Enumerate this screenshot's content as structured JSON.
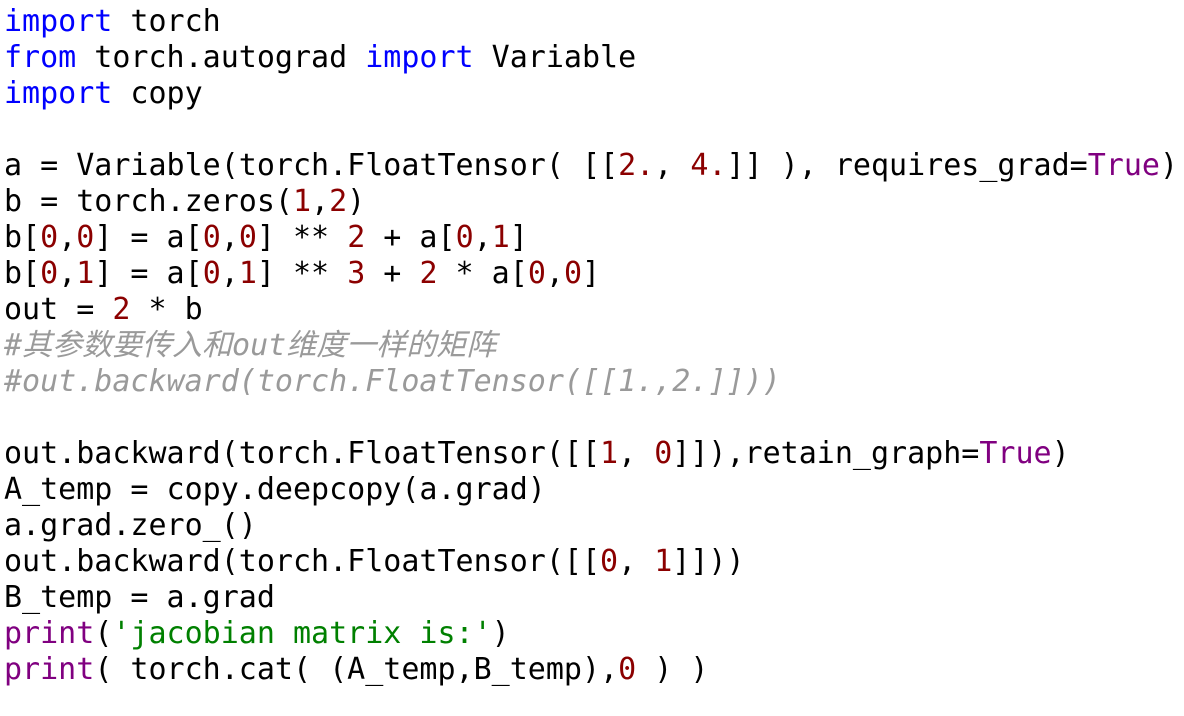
{
  "colors": {
    "plain": "#000000",
    "keyword": "#0000ff",
    "number": "#8b0000",
    "builtin": "#800080",
    "string": "#008000",
    "comment": "#9a9a9a",
    "background": "#ffffff"
  },
  "code": [
    [
      {
        "t": "import",
        "k": "keyword"
      },
      {
        "t": " torch",
        "k": "plain"
      }
    ],
    [
      {
        "t": "from",
        "k": "keyword"
      },
      {
        "t": " torch.autograd ",
        "k": "plain"
      },
      {
        "t": "import",
        "k": "keyword"
      },
      {
        "t": " Variable",
        "k": "plain"
      }
    ],
    [
      {
        "t": "import",
        "k": "keyword"
      },
      {
        "t": " copy",
        "k": "plain"
      }
    ],
    [],
    [
      {
        "t": "a = Variable(torch.FloatTensor( [[",
        "k": "plain"
      },
      {
        "t": "2.",
        "k": "number"
      },
      {
        "t": ", ",
        "k": "plain"
      },
      {
        "t": "4.",
        "k": "number"
      },
      {
        "t": "]] ), requires_grad=",
        "k": "plain"
      },
      {
        "t": "True",
        "k": "builtin"
      },
      {
        "t": ")",
        "k": "plain"
      }
    ],
    [
      {
        "t": "b = torch.zeros(",
        "k": "plain"
      },
      {
        "t": "1",
        "k": "number"
      },
      {
        "t": ",",
        "k": "plain"
      },
      {
        "t": "2",
        "k": "number"
      },
      {
        "t": ")",
        "k": "plain"
      }
    ],
    [
      {
        "t": "b[",
        "k": "plain"
      },
      {
        "t": "0",
        "k": "number"
      },
      {
        "t": ",",
        "k": "plain"
      },
      {
        "t": "0",
        "k": "number"
      },
      {
        "t": "] = a[",
        "k": "plain"
      },
      {
        "t": "0",
        "k": "number"
      },
      {
        "t": ",",
        "k": "plain"
      },
      {
        "t": "0",
        "k": "number"
      },
      {
        "t": "] ** ",
        "k": "plain"
      },
      {
        "t": "2",
        "k": "number"
      },
      {
        "t": " + a[",
        "k": "plain"
      },
      {
        "t": "0",
        "k": "number"
      },
      {
        "t": ",",
        "k": "plain"
      },
      {
        "t": "1",
        "k": "number"
      },
      {
        "t": "]",
        "k": "plain"
      }
    ],
    [
      {
        "t": "b[",
        "k": "plain"
      },
      {
        "t": "0",
        "k": "number"
      },
      {
        "t": ",",
        "k": "plain"
      },
      {
        "t": "1",
        "k": "number"
      },
      {
        "t": "] = a[",
        "k": "plain"
      },
      {
        "t": "0",
        "k": "number"
      },
      {
        "t": ",",
        "k": "plain"
      },
      {
        "t": "1",
        "k": "number"
      },
      {
        "t": "] ** ",
        "k": "plain"
      },
      {
        "t": "3",
        "k": "number"
      },
      {
        "t": " + ",
        "k": "plain"
      },
      {
        "t": "2",
        "k": "number"
      },
      {
        "t": " * a[",
        "k": "plain"
      },
      {
        "t": "0",
        "k": "number"
      },
      {
        "t": ",",
        "k": "plain"
      },
      {
        "t": "0",
        "k": "number"
      },
      {
        "t": "]",
        "k": "plain"
      }
    ],
    [
      {
        "t": "out = ",
        "k": "plain"
      },
      {
        "t": "2",
        "k": "number"
      },
      {
        "t": " * b",
        "k": "plain"
      }
    ],
    [
      {
        "t": "#其参数要传入和out维度一样的矩阵",
        "k": "comment"
      }
    ],
    [
      {
        "t": "#out.backward(torch.FloatTensor([[1.,2.]]))",
        "k": "comment"
      }
    ],
    [],
    [
      {
        "t": "out.backward(torch.FloatTensor([[",
        "k": "plain"
      },
      {
        "t": "1",
        "k": "number"
      },
      {
        "t": ", ",
        "k": "plain"
      },
      {
        "t": "0",
        "k": "number"
      },
      {
        "t": "]]),retain_graph=",
        "k": "plain"
      },
      {
        "t": "True",
        "k": "builtin"
      },
      {
        "t": ")",
        "k": "plain"
      }
    ],
    [
      {
        "t": "A_temp = copy.deepcopy(a.grad)",
        "k": "plain"
      }
    ],
    [
      {
        "t": "a.grad.zero_()",
        "k": "plain"
      }
    ],
    [
      {
        "t": "out.backward(torch.FloatTensor([[",
        "k": "plain"
      },
      {
        "t": "0",
        "k": "number"
      },
      {
        "t": ", ",
        "k": "plain"
      },
      {
        "t": "1",
        "k": "number"
      },
      {
        "t": "]]))",
        "k": "plain"
      }
    ],
    [
      {
        "t": "B_temp = a.grad",
        "k": "plain"
      }
    ],
    [
      {
        "t": "print",
        "k": "builtin"
      },
      {
        "t": "(",
        "k": "plain"
      },
      {
        "t": "'jacobian matrix is:'",
        "k": "string"
      },
      {
        "t": ")",
        "k": "plain"
      }
    ],
    [
      {
        "t": "print",
        "k": "builtin"
      },
      {
        "t": "( torch.cat( (A_temp,B_temp),",
        "k": "plain"
      },
      {
        "t": "0",
        "k": "number"
      },
      {
        "t": " ) )",
        "k": "plain"
      }
    ]
  ]
}
